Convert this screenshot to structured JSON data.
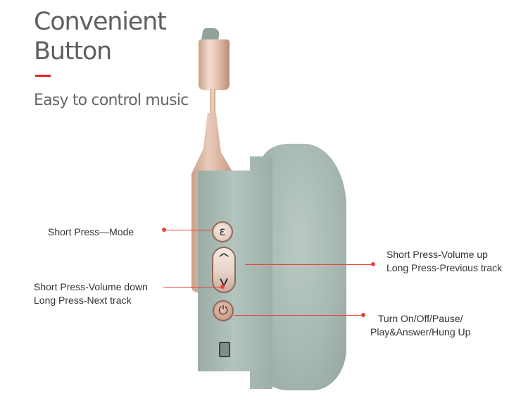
{
  "header": {
    "title_line1": "Convenient",
    "title_line2": "Button",
    "subtitle": "Easy to control music",
    "accent_color": "#e8231e"
  },
  "product": {
    "name": "headphone-side-view",
    "body_color": "#a8b9b3",
    "metal_color": "#e0bba8"
  },
  "buttons": {
    "mode_glyph": "ε",
    "volume_up_glyph": "^",
    "volume_down_glyph": "v",
    "power_glyph": "⏻"
  },
  "callouts": {
    "mode": {
      "line1": "Short Press—Mode"
    },
    "volume_down": {
      "line1": "Short Press-Volume down",
      "line2": "Long Press-Next track"
    },
    "volume_up": {
      "line1": "Short Press-Volume up",
      "line2": "Long Press-Previous track"
    },
    "power": {
      "line1": "Turn On/Off/Pause/",
      "line2": "Play&Answer/Hung Up"
    },
    "line_color": "#e8443a"
  }
}
